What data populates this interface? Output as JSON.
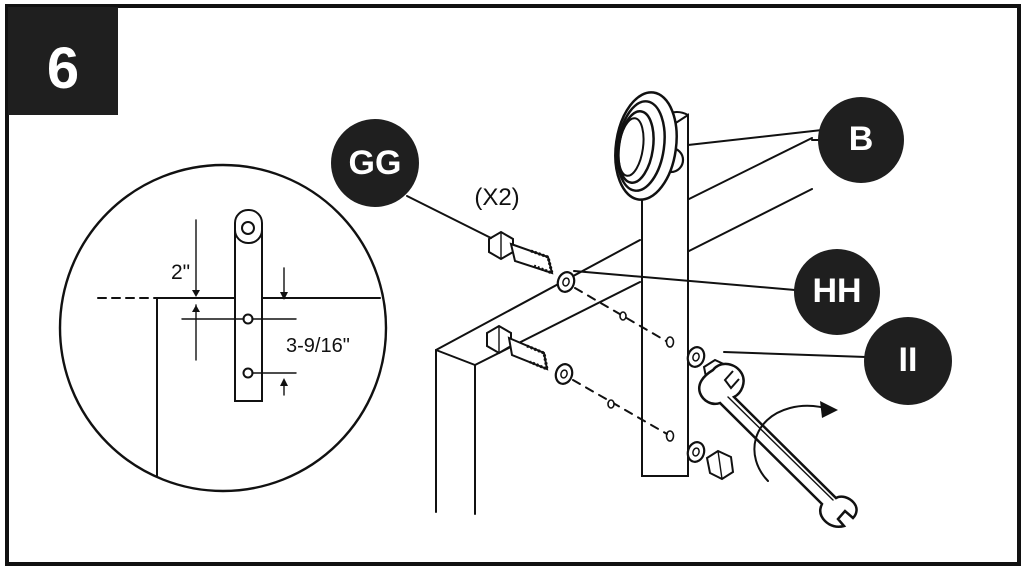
{
  "step": {
    "number": "6"
  },
  "callouts": {
    "gg": "GG",
    "b": "B",
    "hh": "HH",
    "ii": "II"
  },
  "quantity": "(X2)",
  "detail": {
    "top_offset": "2\"",
    "hole_spacing": "3-9/16\""
  },
  "colors": {
    "ink": "#111111",
    "badge": "#1f1f1f",
    "paper": "#ffffff"
  }
}
